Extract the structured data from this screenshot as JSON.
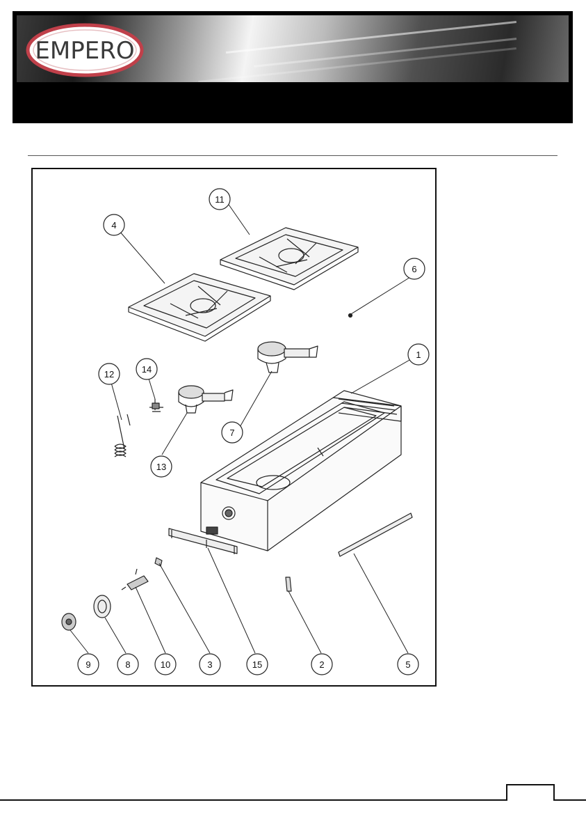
{
  "brand": {
    "logo_text": "EMPERO",
    "logo_color": "#c0404a"
  },
  "diagram": {
    "callouts": [
      {
        "label": "11"
      },
      {
        "label": "4"
      },
      {
        "label": "6"
      },
      {
        "label": "1"
      },
      {
        "label": "12"
      },
      {
        "label": "14"
      },
      {
        "label": "7"
      },
      {
        "label": "13"
      },
      {
        "label": "9"
      },
      {
        "label": "8"
      },
      {
        "label": "10"
      },
      {
        "label": "3"
      },
      {
        "label": "15"
      },
      {
        "label": "2"
      },
      {
        "label": "5"
      }
    ]
  }
}
